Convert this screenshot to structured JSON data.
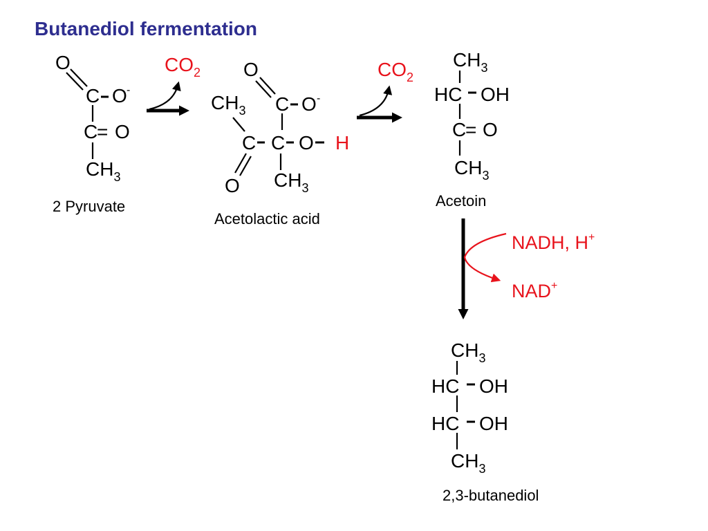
{
  "title": "Butanediol fermentation",
  "colors": {
    "title": "#2e2e8f",
    "text": "#000000",
    "highlight": "#e8131c"
  },
  "molecules": {
    "pyruvate": {
      "name": "2 Pyruvate",
      "atoms": {
        "o_top": "O",
        "c1": "C",
        "o_minus": "O",
        "c2": "C",
        "o_keto": "O",
        "ch": "CH",
        "sub3": "3"
      },
      "charge": "-",
      "double_bond": "="
    },
    "acetolactic": {
      "name": "Acetolactic acid",
      "atoms": {
        "o_top": "O",
        "c_carboxyl": "C",
        "o_minus": "O",
        "ch_left": "CH",
        "sub_left": "3",
        "c_keto": "C",
        "c_center": "C",
        "o_hydroxyl": "O",
        "o_bottom": "O",
        "ch_bottom": "CH",
        "sub_bottom": "3"
      },
      "charge": "-",
      "hydrogen": "H"
    },
    "acetoin": {
      "name": "Acetoin",
      "atoms": {
        "ch_top": "CH",
        "sub_top": "3",
        "hc": "HC",
        "oh": "OH",
        "c": "C",
        "o": "O",
        "ch_bottom": "CH",
        "sub_bottom": "3"
      },
      "double_bond": "="
    },
    "butanediol": {
      "name": "2,3-butanediol",
      "atoms": {
        "ch_top": "CH",
        "sub_top": "3",
        "hc1": "HC",
        "oh1": "OH",
        "hc2": "HC",
        "oh2": "OH",
        "ch_bottom": "CH",
        "sub_bottom": "3"
      }
    }
  },
  "reactions": {
    "step1": {
      "co2": "CO",
      "co2_sub": "2"
    },
    "step2": {
      "co2": "CO",
      "co2_sub": "2"
    },
    "step3": {
      "nadh": "NADH, H",
      "nadh_sup": "+",
      "nad": "NAD",
      "nad_sup": "+"
    }
  }
}
